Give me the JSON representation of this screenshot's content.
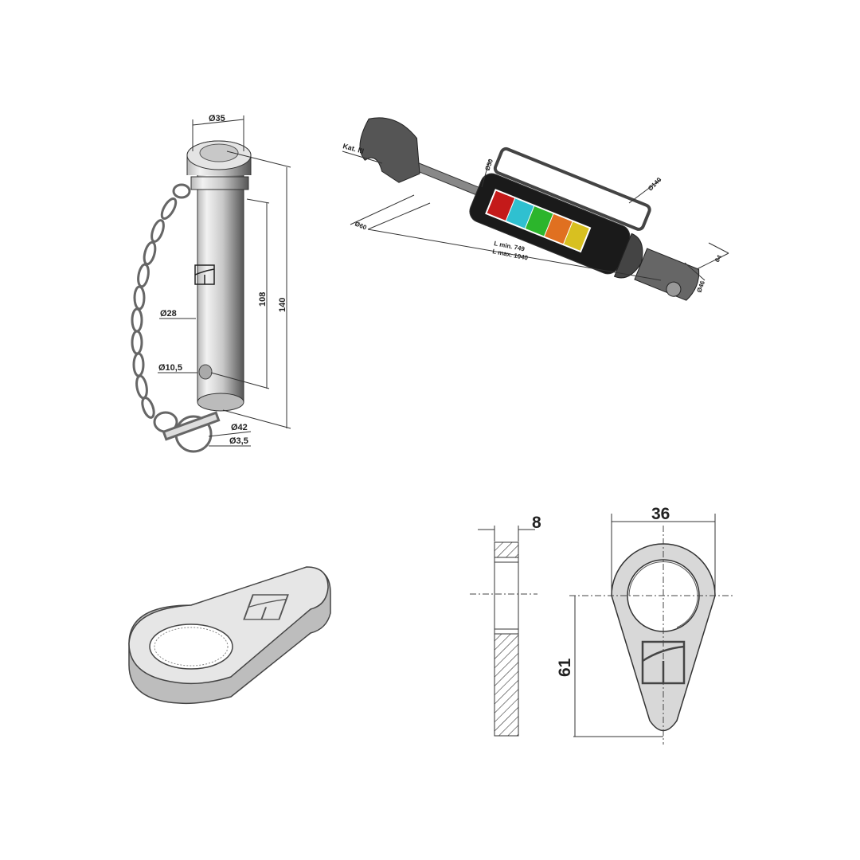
{
  "pin": {
    "labels": {
      "head_diameter": "Ø35",
      "usable_length": "108",
      "total_length": "140",
      "shaft_diameter": "Ø28",
      "hole_diameter": "Ø10,5",
      "ring_diameter": "Ø42",
      "wire_diameter": "Ø3,5"
    }
  },
  "top_link": {
    "labels": {
      "category": "Kat. III",
      "pin_diameter": "Ø50",
      "cylinder_diameter": "Ø140",
      "hook_width": "Ø60",
      "length_min": "L min. 749",
      "length_max": "L max. 1040",
      "end_width": "64",
      "end_pin": "Ø46"
    },
    "colors": [
      "#c41a1a",
      "#2fc0d0",
      "#2cb52c",
      "#e07020",
      "#d8c020"
    ]
  },
  "nut_drawing": {
    "labels": {
      "thickness": "8",
      "width": "36",
      "height": "61"
    }
  }
}
